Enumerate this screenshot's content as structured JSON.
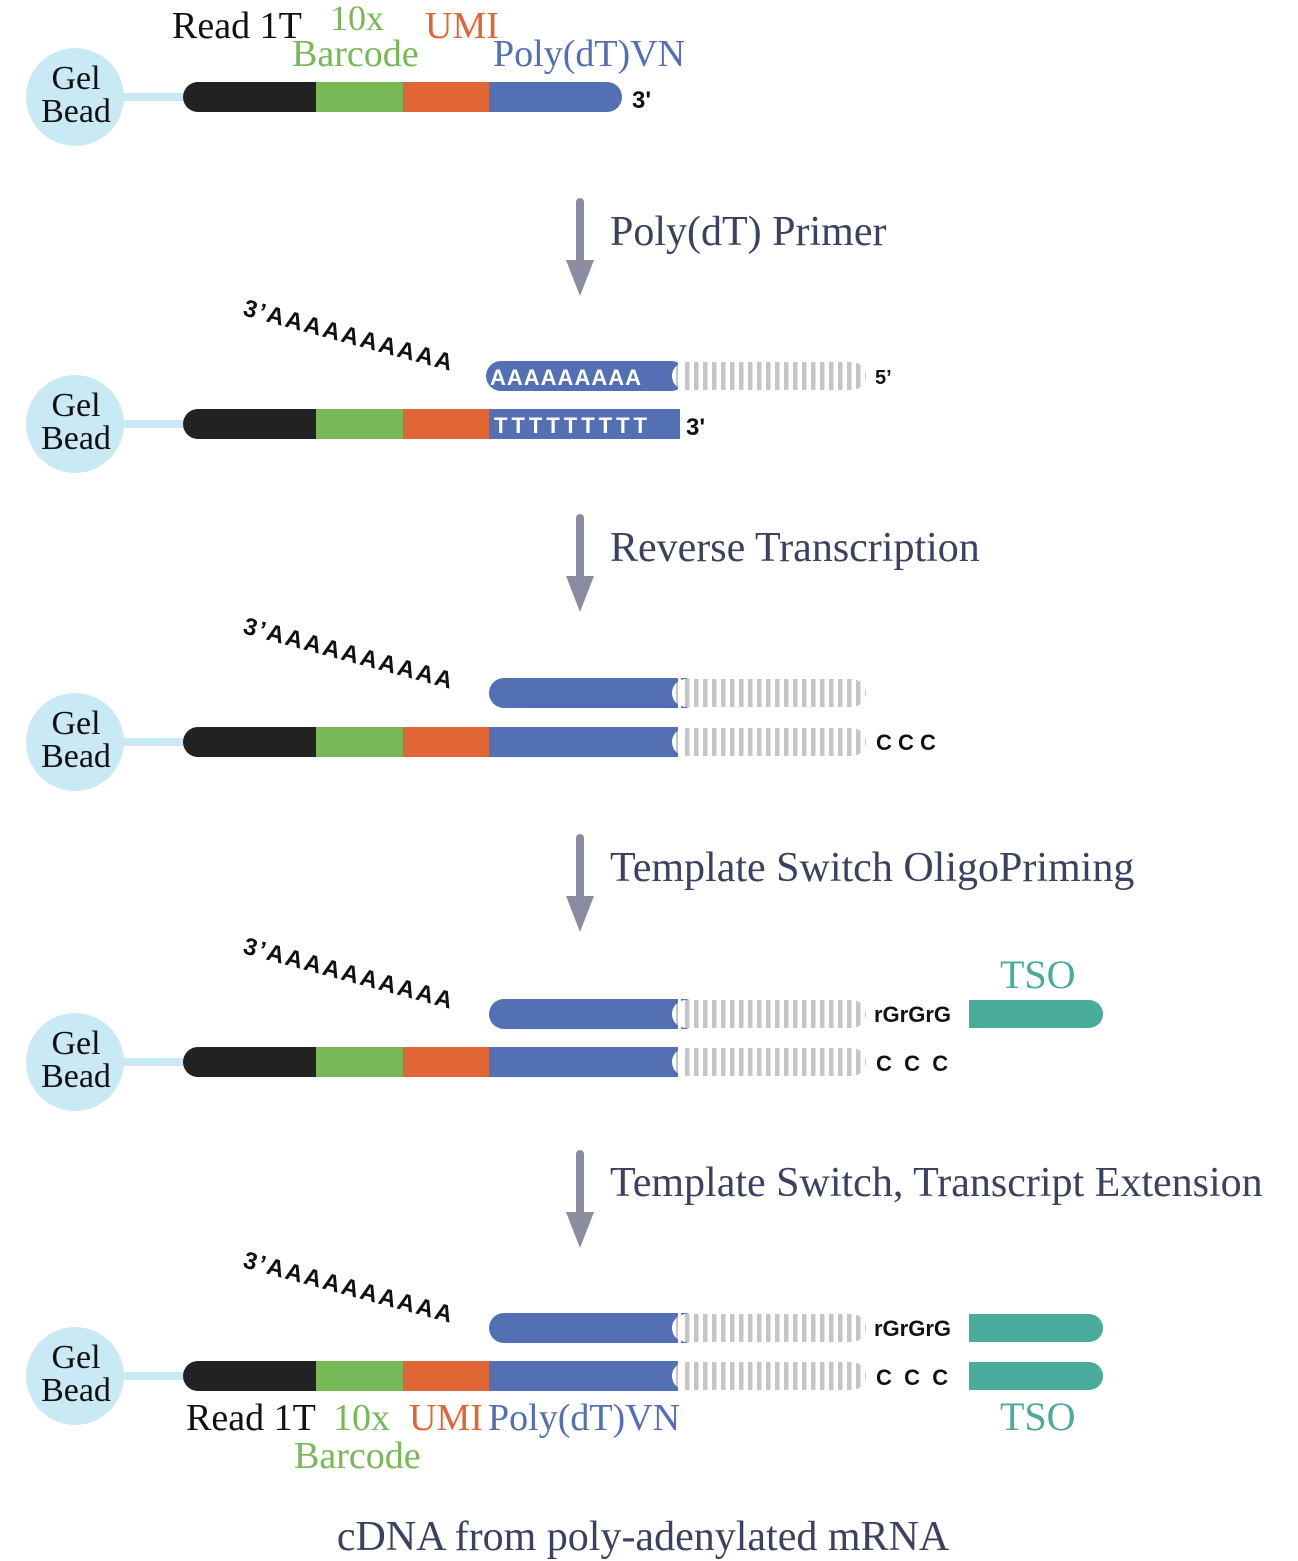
{
  "colors": {
    "read1": "#222222",
    "barcode": "#78b856",
    "umi": "#e06636",
    "polydt": "#5370b4",
    "stripe": "#c3c5c6",
    "tso": "#4aab9b",
    "bead": "#c9e9f5",
    "arrow": "#8b8ca1",
    "step_text": "#3b4160"
  },
  "bead": {
    "line1": "Gel",
    "line2": "Bead"
  },
  "labels": {
    "read1": "Read 1T",
    "tenx": "10x",
    "barcode": "Barcode",
    "umi": "UMI",
    "polydt": "Poly(dT)VN",
    "three_prime": "3'",
    "five_prime": "5’",
    "polyA_tail": "3’AAAAAAAAAA",
    "polyA_hybrid": "AAAAAAAAA",
    "polyT": "TTTTTTTTT",
    "ccc": "C C C",
    "ccc_spaced": "C  C  C",
    "rgrgrg": "rGrGrG",
    "tso": "TSO"
  },
  "steps": [
    "Poly(dT) Primer",
    "Reverse Transcription",
    "Template Switch OligoPriming",
    "Template Switch, Transcript Extension"
  ],
  "caption": "cDNA from poly-adenylated mRNA"
}
